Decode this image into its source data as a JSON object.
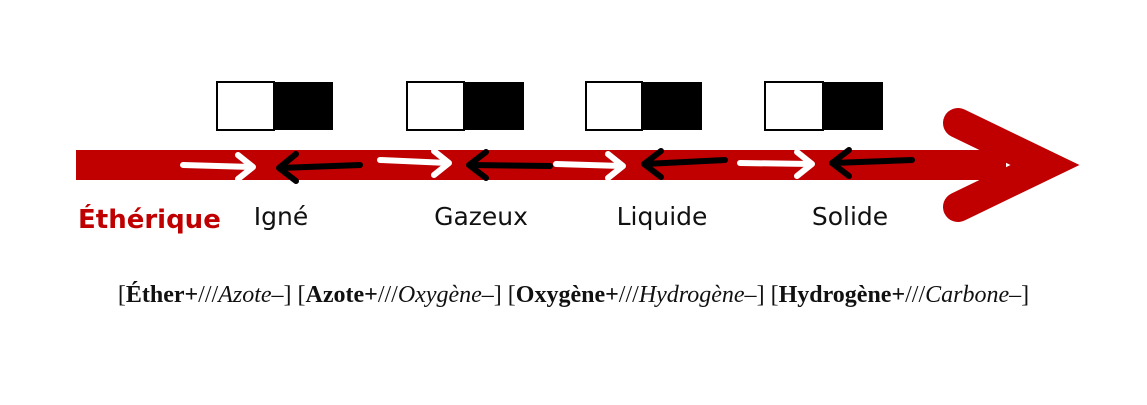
{
  "diagram": {
    "start_label": "Éthérique",
    "stages": [
      {
        "label": "Igné"
      },
      {
        "label": "Gazeux"
      },
      {
        "label": "Liquide"
      },
      {
        "label": "Solide"
      }
    ],
    "colors": {
      "arrow": "#c00000",
      "forward": "#ffffff",
      "backward": "#000000"
    }
  },
  "formula": {
    "groups": [
      {
        "plus": "Éther+",
        "sep": "///",
        "minus": "Azote–"
      },
      {
        "plus": "Azote+",
        "sep": "///",
        "minus": "Oxygène–"
      },
      {
        "plus": "Oxygène+",
        "sep": "///",
        "minus": "Hydrogène–"
      },
      {
        "plus": "Hydrogène+",
        "sep": "///",
        "minus": "Carbone–"
      }
    ]
  }
}
